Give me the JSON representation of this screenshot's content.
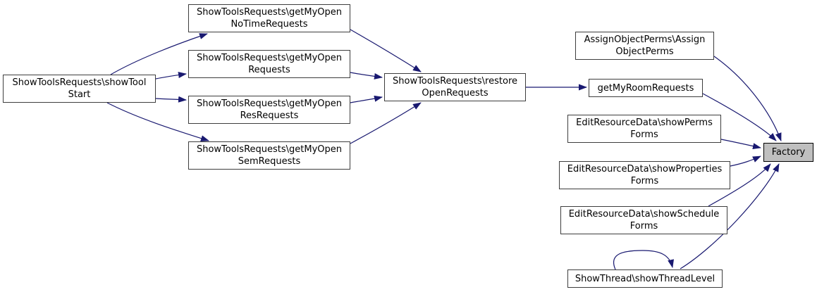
{
  "graph": {
    "kind": "call-graph",
    "colors": {
      "background": "#ffffff",
      "edge": "#191970",
      "node_border": "#3d3d3d",
      "node_fill": "#ffffff",
      "selected_node_fill": "#bfbfbf",
      "text": "#000000"
    },
    "nodes": [
      {
        "id": "showToolStart",
        "label": "ShowToolsRequests\\showTool\nStart"
      },
      {
        "id": "getMyOpenNoTimeRequests",
        "label": "ShowToolsRequests\\getMyOpen\nNoTimeRequests"
      },
      {
        "id": "getMyOpenRequests",
        "label": "ShowToolsRequests\\getMyOpen\nRequests"
      },
      {
        "id": "getMyOpenResRequests",
        "label": "ShowToolsRequests\\getMyOpen\nResRequests"
      },
      {
        "id": "getMyOpenSemRequests",
        "label": "ShowToolsRequests\\getMyOpen\nSemRequests"
      },
      {
        "id": "restoreOpenRequests",
        "label": "ShowToolsRequests\\restore\nOpenRequests"
      },
      {
        "id": "assignObjectPerms",
        "label": "AssignObjectPerms\\Assign\nObjectPerms"
      },
      {
        "id": "getMyRoomRequests",
        "label": "getMyRoomRequests"
      },
      {
        "id": "showPermsForms",
        "label": "EditResourceData\\showPerms\nForms"
      },
      {
        "id": "showPropertiesForms",
        "label": "EditResourceData\\showProperties\nForms"
      },
      {
        "id": "showScheduleForms",
        "label": "EditResourceData\\showSchedule\nForms"
      },
      {
        "id": "showThreadLevel",
        "label": "ShowThread\\showThreadLevel"
      },
      {
        "id": "factory",
        "label": "Factory",
        "selected": true
      }
    ],
    "edges": [
      {
        "from": "showToolStart",
        "to": "getMyOpenNoTimeRequests"
      },
      {
        "from": "showToolStart",
        "to": "getMyOpenRequests"
      },
      {
        "from": "showToolStart",
        "to": "getMyOpenResRequests"
      },
      {
        "from": "showToolStart",
        "to": "getMyOpenSemRequests"
      },
      {
        "from": "getMyOpenNoTimeRequests",
        "to": "restoreOpenRequests"
      },
      {
        "from": "getMyOpenRequests",
        "to": "restoreOpenRequests"
      },
      {
        "from": "getMyOpenResRequests",
        "to": "restoreOpenRequests"
      },
      {
        "from": "getMyOpenSemRequests",
        "to": "restoreOpenRequests"
      },
      {
        "from": "restoreOpenRequests",
        "to": "getMyRoomRequests"
      },
      {
        "from": "assignObjectPerms",
        "to": "factory"
      },
      {
        "from": "getMyRoomRequests",
        "to": "factory"
      },
      {
        "from": "showPermsForms",
        "to": "factory"
      },
      {
        "from": "showPropertiesForms",
        "to": "factory"
      },
      {
        "from": "showScheduleForms",
        "to": "factory"
      },
      {
        "from": "showThreadLevel",
        "to": "factory"
      },
      {
        "from": "showThreadLevel",
        "to": "showThreadLevel"
      }
    ]
  }
}
